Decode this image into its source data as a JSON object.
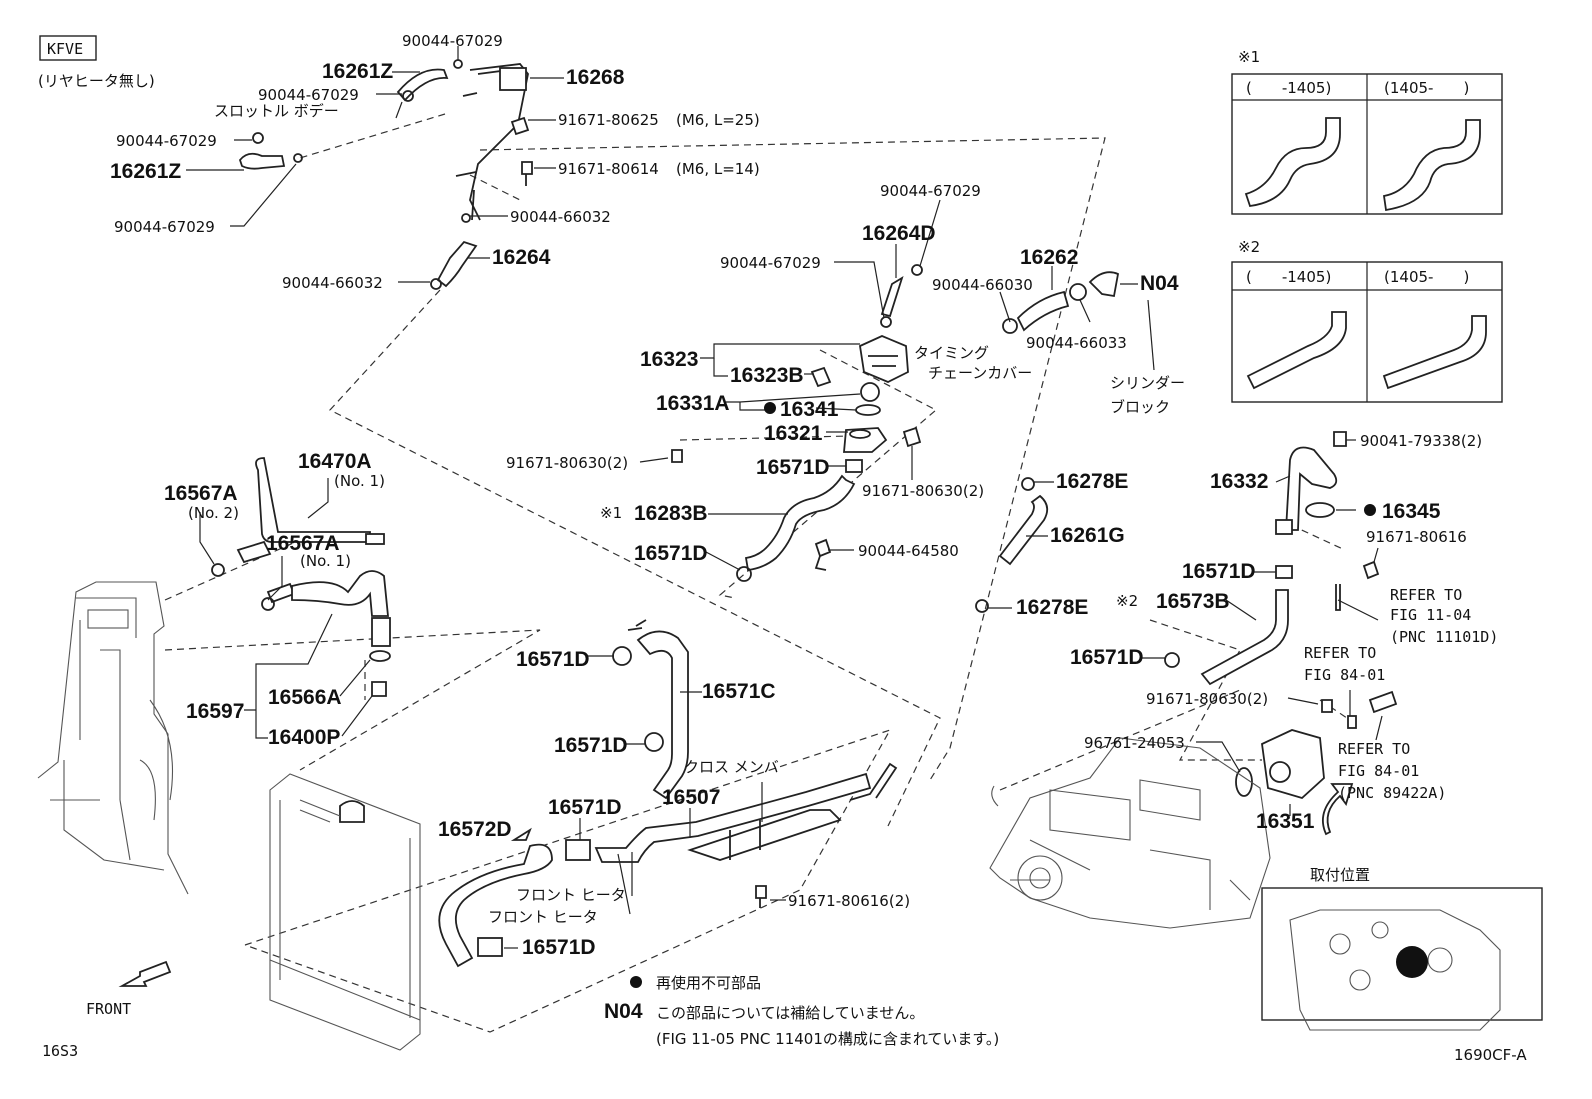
{
  "variant": "KFVE",
  "variant_note": "(リヤヒータ無し)",
  "page_code": "16S3",
  "figure_code": "1690CF-A",
  "front_label": "FRONT",
  "legend": {
    "non_reusable": "再使用不可部品",
    "n04_code": "N04",
    "n04_line1": "この部品については補給していません。",
    "n04_line2": "(FIG 11-05 PNC 11401の構成に含まれています。)"
  },
  "inset1": {
    "mark": "※1",
    "col1": "(　　-1405)",
    "col2": "(1405-　　)"
  },
  "inset2": {
    "mark": "※2",
    "col1": "(　　-1405)",
    "col2": "(1405-　　)"
  },
  "mount_position_label": "取付位置",
  "area_labels": {
    "throttle_body": "スロットル ボデー",
    "timing_cover_1": "タイミング",
    "timing_cover_2": "チェーンカバー",
    "cylinder_block_1": "シリンダー",
    "cylinder_block_2": "ブロック",
    "cross_member": "クロス メンバ",
    "front_heater_1": "フロント ヒータ",
    "front_heater_2": "フロント ヒータ"
  },
  "parts": {
    "p9004467029_top": "90044-67029",
    "p16261z_top": "16261Z",
    "p16268": "16268",
    "p9004467029_l2": "90044-67029",
    "p9167180625": "91671-80625",
    "p9167180625_spec": "(M6, L=25)",
    "p9004467029_l3": "90044-67029",
    "p16261z_mid": "16261Z",
    "p9167180614": "91671-80614",
    "p9167180614_spec": "(M6, L=14)",
    "p9004467029_l4": "90044-67029",
    "p9004466032_a": "90044-66032",
    "p9004466032_b": "90044-66032",
    "p16264": "16264",
    "p9004467029_r": "90044-67029",
    "p16264d": "16264D",
    "p9004467029_c": "90044-67029",
    "p16262": "16262",
    "p9004466030": "90044-66030",
    "pN04": "N04",
    "p9004466033": "90044-66033",
    "p16323": "16323",
    "p16323b": "16323B",
    "p16331a": "16331A",
    "p16341": "16341",
    "p16321": "16321",
    "p9167180630_a": "91671-80630(2)",
    "p16571d_a": "16571D",
    "p9167180630_b": "91671-80630(2)",
    "p16278e_a": "16278E",
    "p16283b_mark": "※1",
    "p16283b": "16283B",
    "p16261g": "16261G",
    "p16571d_b": "16571D",
    "p9004464580": "90044-64580",
    "p16278e_b": "16278E",
    "p16470a": "16470A",
    "p16470a_no": "(No. 1)",
    "p16567a_a": "16567A",
    "p16567a_a_no": "(No. 2)",
    "p16567a_b": "16567A",
    "p16567a_b_no": "(No. 1)",
    "p16597": "16597",
    "p16566a": "16566A",
    "p16400p": "16400P",
    "p16571d_c": "16571D",
    "p16571c": "16571C",
    "p16571d_d": "16571D",
    "p16571d_e": "16571D",
    "p16507": "16507",
    "p16572d": "16572D",
    "p9167180616_2": "91671-80616(2)",
    "p16571d_f": "16571D",
    "p9004179338": "90041-79338(2)",
    "p16332": "16332",
    "p16345": "16345",
    "p9167180616": "91671-80616",
    "p16571d_g": "16571D",
    "p16573b_mark": "※2",
    "p16573b": "16573B",
    "refer1_a": "REFER TO",
    "refer1_b": "FIG 11-04",
    "refer1_c": "(PNC 11101D)",
    "p16571d_h": "16571D",
    "refer2_a": "REFER TO",
    "refer2_b": "FIG 84-01",
    "p9167180630_c": "91671-80630(2)",
    "refer3_a": "REFER TO",
    "refer3_b": "FIG 84-01",
    "refer3_c": "(PNC 89422A)",
    "p9676124053": "96761-24053",
    "p16351": "16351"
  }
}
